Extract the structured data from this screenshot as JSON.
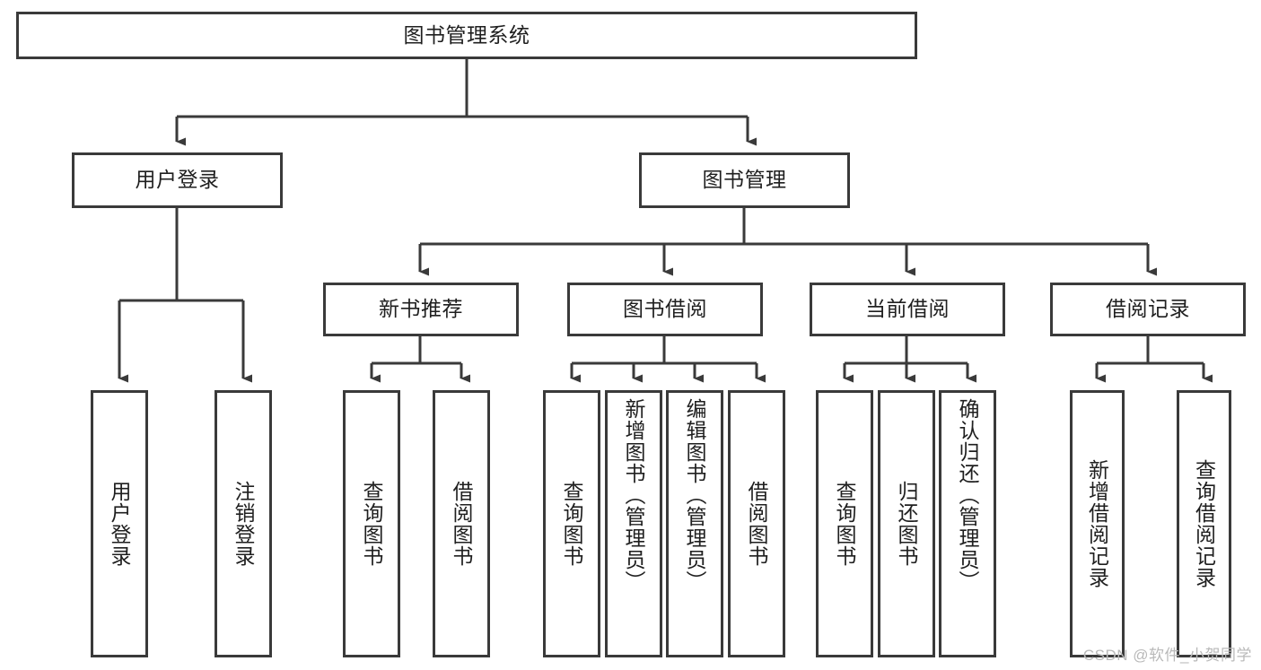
{
  "diagram": {
    "title": "图书管理系统",
    "type": "tree-hierarchy-diagram",
    "colors": {
      "background": "#ffffff",
      "stroke": "#3a3a3a",
      "text": "#1f1f1f",
      "watermark": "#b9b9b9"
    },
    "root": {
      "label": "图书管理系统"
    },
    "level1": [
      {
        "label": "用户登录"
      },
      {
        "label": "图书管理"
      }
    ],
    "level2": [
      {
        "label": "新书推荐"
      },
      {
        "label": "图书借阅"
      },
      {
        "label": "当前借阅"
      },
      {
        "label": "借阅记录"
      }
    ],
    "leaves": {
      "user_login": [
        {
          "label": "用户登录"
        },
        {
          "label": "注销登录"
        }
      ],
      "new_book_recommend": [
        {
          "label": "查询图书"
        },
        {
          "label": "借阅图书"
        }
      ],
      "book_borrow": [
        {
          "label": "查询图书"
        },
        {
          "label": "新增图书（管理员）"
        },
        {
          "label": "编辑图书（管理员）"
        },
        {
          "label": "借阅图书"
        }
      ],
      "current_borrow": [
        {
          "label": "查询图书"
        },
        {
          "label": "归还图书"
        },
        {
          "label": "确认归还（管理员）"
        }
      ],
      "borrow_record": [
        {
          "label": "新增借阅记录"
        },
        {
          "label": "查询借阅记录"
        }
      ]
    }
  },
  "watermark": {
    "text": "CSDN @软件_小贺同学"
  }
}
